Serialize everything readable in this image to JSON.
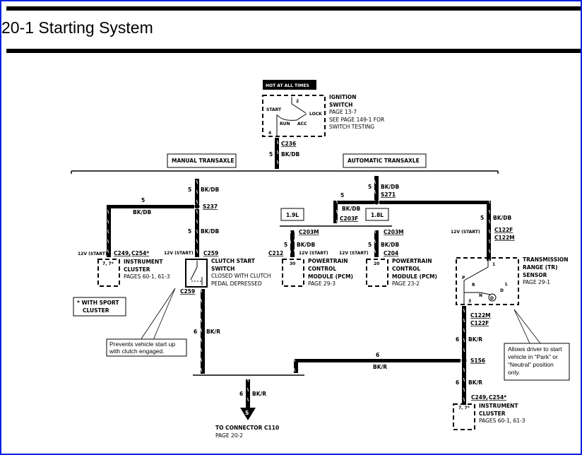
{
  "page": {
    "title": "20-1 Starting System",
    "border_color": "#0a22e0"
  },
  "ignition": {
    "hot_label": "HOT AT ALL TIMES",
    "name1": "IGNITION",
    "name2": "SWITCH",
    "page": "PAGE 13-7",
    "see1": "SEE PAGE 149-1 FOR",
    "see2": "SWITCH TESTING",
    "pos_start": "START",
    "pos_run": "RUN",
    "pos_acc": "ACC",
    "pos_lock": "LOCK",
    "pin_top": "2",
    "pin_bottom": "4",
    "connector": "C236",
    "gauge": "5",
    "color": "BK/DB"
  },
  "branches": {
    "manual": "MANUAL TRANSAXLE",
    "automatic": "AUTOMATIC TRANSAXLE"
  },
  "manual": {
    "feed_gauge": "5",
    "feed_color": "BK/DB",
    "splice": "S237",
    "left_gauge": "5",
    "left_color": "BK/DB",
    "down_gauge": "5",
    "down_color": "BK/DB",
    "start_label_1": "12V (START)",
    "start_label_2": "12V (START)",
    "cluster_conn": "C249,",
    "cluster_conn2": "C254*",
    "cluster_pins": "7, 7*",
    "cluster_name1": "INSTRUMENT",
    "cluster_name2": "CLUSTER",
    "cluster_pages": "PAGES 60-1, 61-3",
    "clutch_conn": "C259",
    "clutch_conn_bottom": "C259",
    "clutch_name1": "CLUTCH START",
    "clutch_name2": "SWITCH",
    "clutch_desc1": "CLOSED WITH CLUTCH",
    "clutch_desc2": "PEDAL DEPRESSED",
    "sport_note1": "* WITH SPORT",
    "sport_note2": "CLUSTER",
    "callout1": "Prevents vehicle start up",
    "callout2": "with clutch engaged.",
    "out_gauge": "6",
    "out_color": "BK/R"
  },
  "automatic": {
    "feed_gauge": "5",
    "feed_color": "BK/DB",
    "splice": "S271",
    "left_gauge": "5",
    "left_color": "BK/DB",
    "c203f": "C203F",
    "eng19": "1.9L",
    "eng18": "1.8L",
    "pcm1_conn_top": "C203M",
    "pcm1_gauge": "5",
    "pcm1_color": "BK/DB",
    "pcm1_conn": "C212",
    "pcm1_start": "12V (START)",
    "pcm1_pin": "30",
    "pcm_name1": "POWERTRAIN",
    "pcm_name2": "CONTROL",
    "pcm_name3": "MODULE (PCM)",
    "pcm1_page": "PAGE 29-3",
    "pcm2_conn_top": "C203M",
    "pcm2_gauge": "5",
    "pcm2_color": "BK/DB",
    "pcm2_conn": "C204",
    "pcm2_start": "12V (START)",
    "pcm2_pin": "20",
    "pcm2_page": "PAGE 23-2",
    "right_gauge": "5",
    "right_color": "BK/DB",
    "tr_start": "12V (START)",
    "tr_conn1": "C122F",
    "tr_conn2": "C122M",
    "tr_name1": "TRANSMISSION",
    "tr_name2": "RANGE (TR)",
    "tr_name3": "SENSOR",
    "tr_page": "PAGE 29-1",
    "tr_pin_top": "1",
    "tr_pin_bottom": "3",
    "tr_p": "P",
    "tr_r": "R",
    "tr_n": "N",
    "tr_d_circle": "D",
    "tr_d": "D",
    "tr_l": "L",
    "tr_out_conn1": "C122M",
    "tr_out_conn2": "C122F",
    "tr_out_gauge": "6",
    "tr_out_color": "BK/R",
    "callout1": "Allows driver to start",
    "callout2": "vehicle in “Park” or",
    "callout3": "“Neutral”     position",
    "callout4": "only.",
    "splice2": "S156",
    "h_gauge": "6",
    "h_color": "BK/R",
    "down_gauge": "6",
    "down_color": "BK/R",
    "cluster_conn": "C249,",
    "cluster_conn2": "C254*",
    "cluster_pins": "7, 7*",
    "cluster_name1": "INSTRUMENT",
    "cluster_name2": "CLUSTER",
    "cluster_pages": "PAGES 60-1, 61-3"
  },
  "output": {
    "gauge": "6",
    "color": "BK/R",
    "symbol": "S",
    "to1": "TO CONNECTOR C110",
    "to2": "PAGE 20-2"
  }
}
